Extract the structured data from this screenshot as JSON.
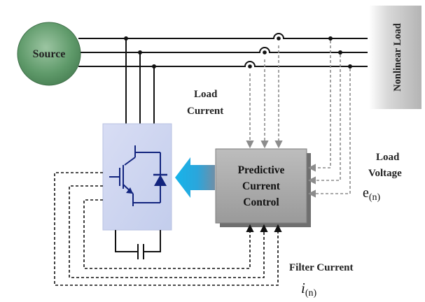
{
  "labels": {
    "source": "Source",
    "nonlinear_load": "Nonlinear Load",
    "load_current_line1": "Load",
    "load_current_line2": "Current",
    "load_voltage_line1": "Load",
    "load_voltage_line2": "Voltage",
    "voltage_symbol": "e",
    "voltage_subscript": "(n)",
    "controller_line1": "Predictive",
    "controller_line2": "Current",
    "controller_line3": "Control",
    "filter_current": "Filter Current",
    "current_symbol": "i",
    "current_subscript": "(n)"
  },
  "colors": {
    "source_fill": "#5f9a6a",
    "controller_fill": "#a9a9a9",
    "inverter_fill": "#cbd3ef",
    "arrow_fill": "#1fa2de",
    "load_fill": "#bdbdbd",
    "signal_gray": "#8c8c8c"
  }
}
